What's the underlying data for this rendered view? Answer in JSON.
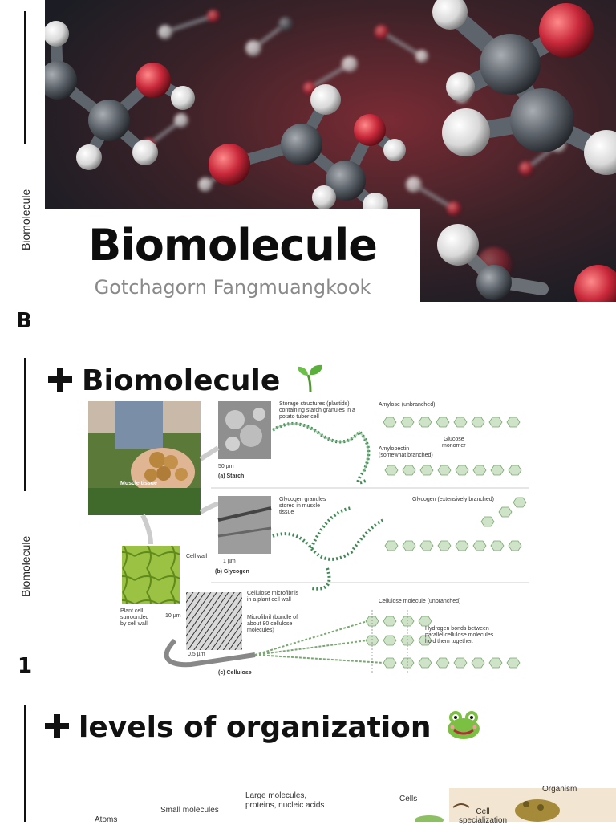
{
  "slide1": {
    "side_label": "Biomolecule",
    "title": "Biomolecule",
    "author": "Gotchagorn Fangmuangkook",
    "page_letter": "B"
  },
  "slide2": {
    "side_label": "Biomolecule",
    "heading": "Biomolecule",
    "heading_icon": "seedling-emoji",
    "page_number": "1",
    "figure": {
      "muscle_tissue": "Muscle tissue",
      "starch_label": "(a) Starch",
      "starch_scale": "50 µm",
      "storage_text": [
        "Storage structures (plastids)",
        "containing starch granules in a",
        "potato tuber cell"
      ],
      "amylose": "Amylose (unbranched)",
      "glucose_monomer": [
        "Glucose",
        "monomer"
      ],
      "amylopectin": [
        "Amylopectin",
        "(somewhat branched)"
      ],
      "glycogen_granules": [
        "Glycogen granules",
        "stored in muscle",
        "tissue"
      ],
      "glycogen_branched": "Glycogen (extensively branched)",
      "glycogen_scale": "1 µm",
      "glycogen_label": "(b) Glycogen",
      "cell_wall": "Cell wall",
      "plant_cell": [
        "Plant cell,",
        "surrounded",
        "by cell wall"
      ],
      "plant_scale": "10 µm",
      "cellulose_microfibrils": [
        "Cellulose microfibrils",
        "in a plant cell wall"
      ],
      "microfibril": [
        "Microfibril (bundle of",
        "about 80 cellulose",
        "molecules)"
      ],
      "cellulose_scale": "0.5 µm",
      "cellulose_label": "(c) Cellulose",
      "cellulose_molecule": "Cellulose molecule (unbranched)",
      "hydrogen_bonds": [
        "Hydrogen bonds between",
        "parallel cellulose molecules",
        "hold them together."
      ]
    }
  },
  "slide3": {
    "heading": "levels of organization",
    "heading_icon": "frog-emoji",
    "labels": {
      "atoms": "Atoms",
      "small_molecules": "Small molecules",
      "large_molecules": [
        "Large molecules,",
        "proteins, nucleic acids"
      ],
      "cells": "Cells",
      "cell_specialization": [
        "Cell",
        "specialization"
      ],
      "organism": "Organism"
    }
  },
  "colors": {
    "ink": "#111111",
    "subtitle_gray": "#8a8a8a",
    "glucose_green": "#cfe3c8",
    "chain_green": "#3f8a54",
    "molecule_red": "#c8283a"
  }
}
